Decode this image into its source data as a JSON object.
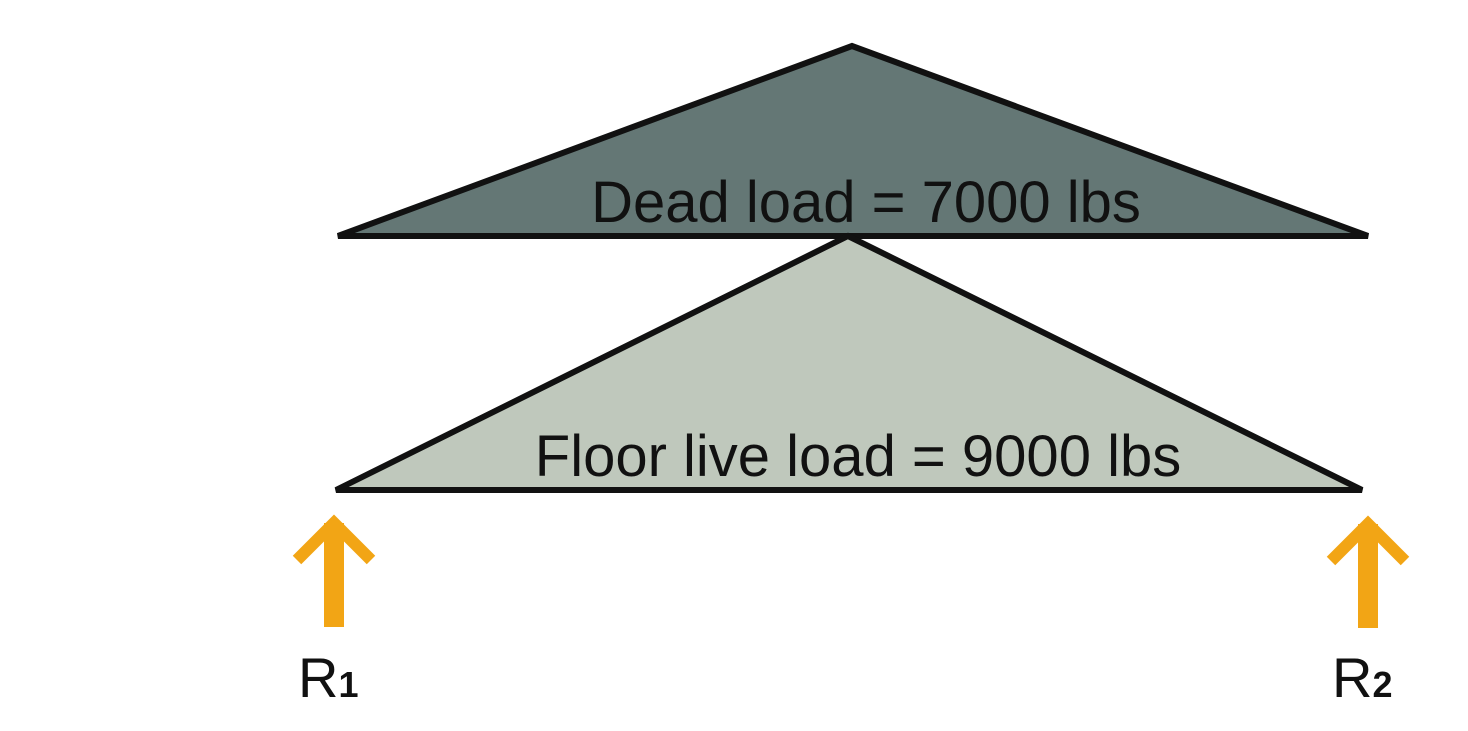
{
  "loads": {
    "dead": {
      "label": "Dead load = 7000 lbs",
      "value_lbs": 7000,
      "shape": "triangle",
      "fill_color": "#647775"
    },
    "floor_live": {
      "label": "Floor live load = 9000 lbs",
      "value_lbs": 9000,
      "shape": "triangle",
      "fill_color": "#bfc8bc"
    },
    "outline_color": "#111111"
  },
  "reactions": [
    {
      "base": "R",
      "sub": "1",
      "arrow_color": "#f2a515"
    },
    {
      "base": "R",
      "sub": "2",
      "arrow_color": "#f2a515"
    }
  ]
}
